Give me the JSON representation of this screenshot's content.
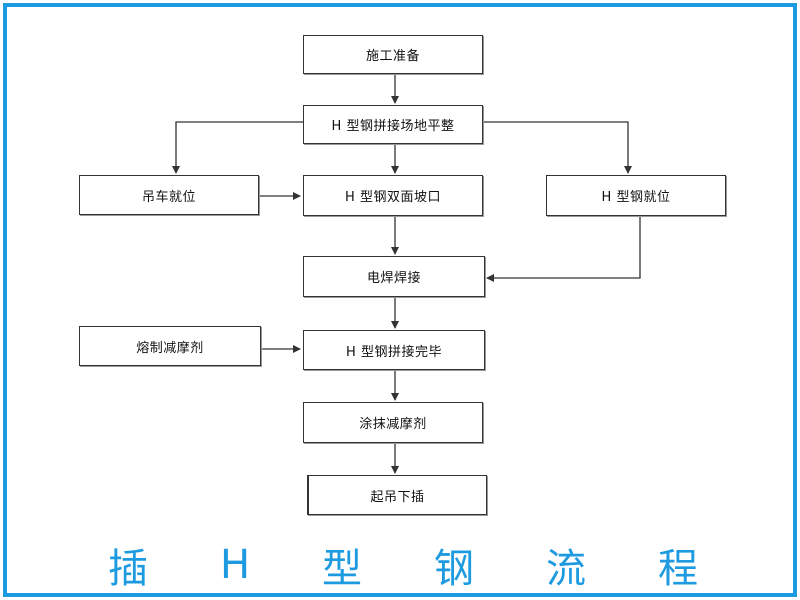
{
  "steps": {
    "prep": "施工准备",
    "level": "H 型钢拼接场地平整",
    "crane": "吊车就位",
    "bevel": "H 型钢双面坡口",
    "steel_pos": "H 型钢就位",
    "weld": "电焊焊接",
    "melt": "熔制减摩剂",
    "done": "H 型钢拼接完毕",
    "coat": "涂抹减摩剂",
    "insert": "起吊下插"
  },
  "footer": [
    "插",
    "H",
    "型",
    "钢",
    "流",
    "程"
  ],
  "colors": {
    "frame": "#1e9be0",
    "footer_text": "#1e9be0"
  }
}
